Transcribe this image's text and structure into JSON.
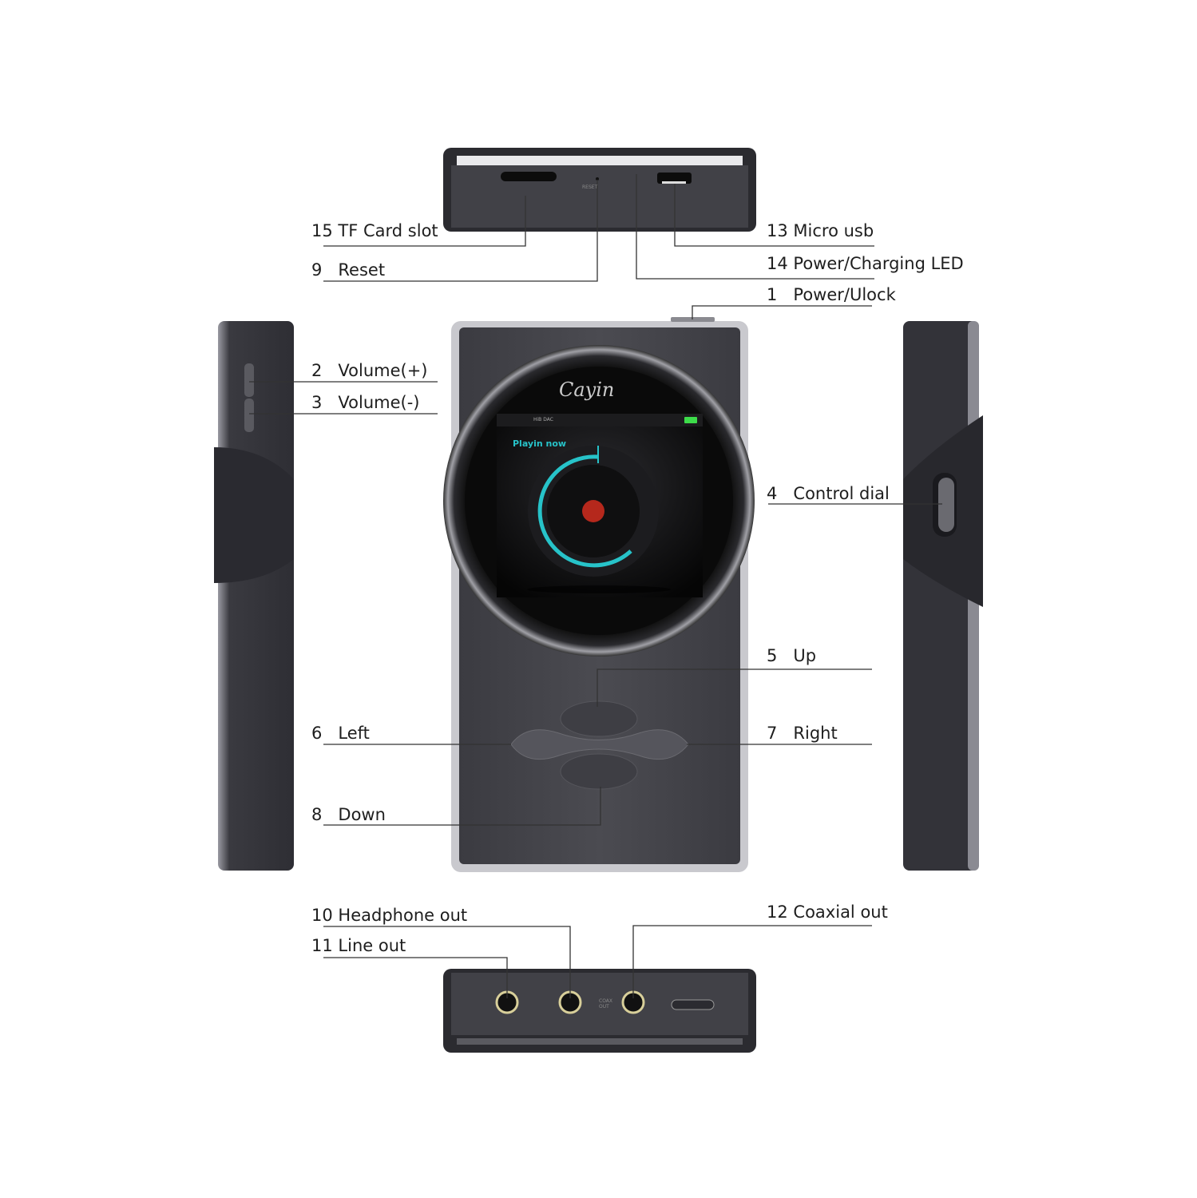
{
  "callouts": [
    {
      "num": "15",
      "text": "TF Card slot"
    },
    {
      "num": "9",
      "text": "Reset"
    },
    {
      "num": "13",
      "text": "Micro usb"
    },
    {
      "num": "14",
      "text": "Power/Charging LED"
    },
    {
      "num": "1",
      "text": "Power/Ulock"
    },
    {
      "num": "2",
      "text": "Volume(+)"
    },
    {
      "num": "3",
      "text": "Volume(-)"
    },
    {
      "num": "4",
      "text": "Control dial"
    },
    {
      "num": "5",
      "text": "Up"
    },
    {
      "num": "6",
      "text": "Left"
    },
    {
      "num": "7",
      "text": "Right"
    },
    {
      "num": "8",
      "text": "Down"
    },
    {
      "num": "10",
      "text": "Headphone out"
    },
    {
      "num": "11",
      "text": "Line out"
    },
    {
      "num": "12",
      "text": "Coaxial out"
    }
  ],
  "device": {
    "brand_logo": "Cayin",
    "top_port_label": "RESET",
    "bottom_port_label": "COAX OUT",
    "screen": {
      "status_text": "HiB DAC",
      "title": "Playin now",
      "accent_color": "#27c3c9",
      "battery_color": "#3ddc4a"
    },
    "body_color": "#46464c",
    "frame_color": "#b9b9bf",
    "jack_ring_color": "#d8cf9a"
  }
}
